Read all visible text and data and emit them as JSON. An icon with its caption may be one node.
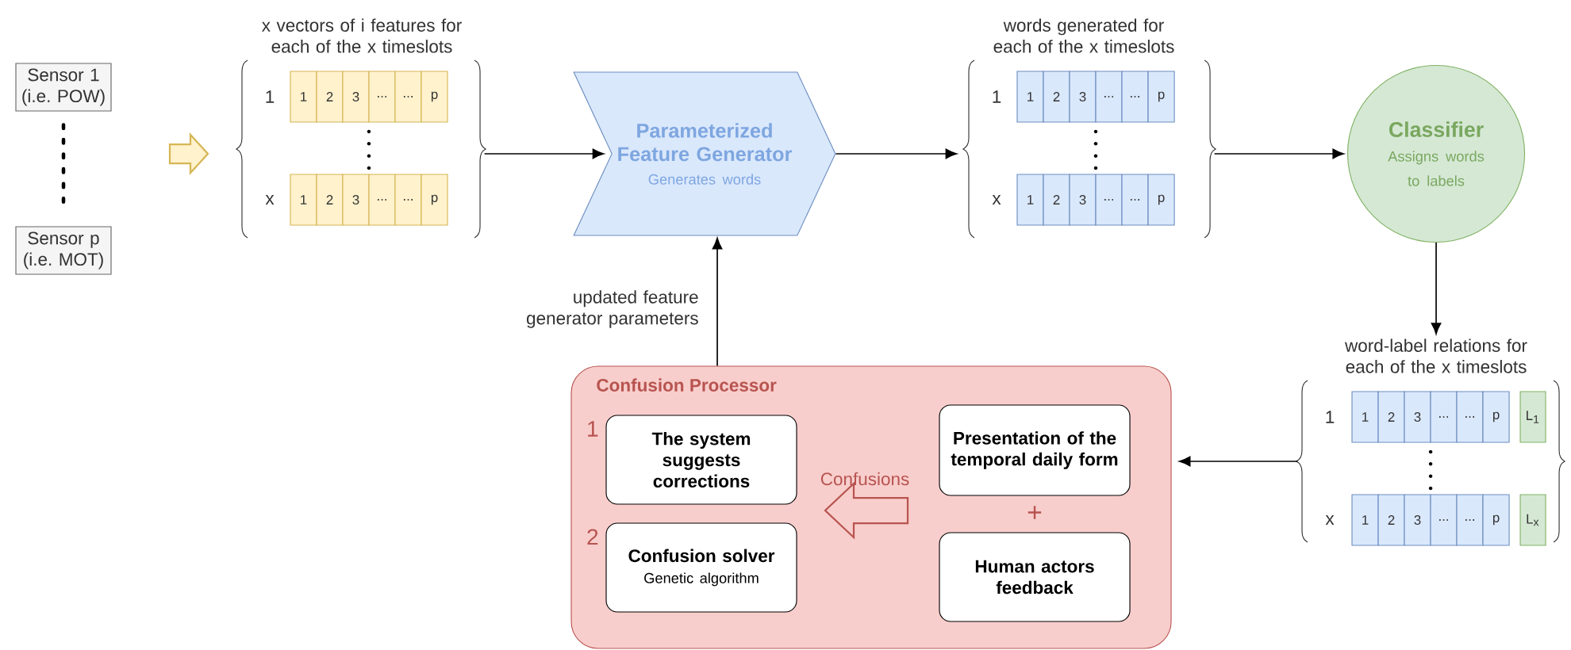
{
  "diagram": {
    "nodes": [
      {
        "text": [
          "Sensor 1 (i.e. POW)"
        ]
      },
      {
        "text": [
          "Sensor p (i.e. MOT)"
        ]
      },
      {
        "text": [
          "x vectors of i features for each of the x timeslots"
        ]
      },
      {
        "text": [
          "1"
        ],
        "in": 2
      },
      {
        "text": [
          "2"
        ],
        "in": 2
      },
      {
        "text": [
          "3"
        ],
        "in": 2
      },
      {
        "text": [
          "..."
        ],
        "in": 2
      },
      {
        "text": [
          "..."
        ],
        "in": 2
      },
      {
        "text": [
          "p"
        ],
        "in": 2
      },
      {
        "text": [
          "1"
        ],
        "in": 2
      },
      {
        "text": [
          "2"
        ],
        "in": 2
      },
      {
        "text": [
          "3"
        ],
        "in": 2
      },
      {
        "text": [
          "..."
        ],
        "in": 2
      },
      {
        "text": [
          "..."
        ],
        "in": 2
      },
      {
        "text": [
          "p"
        ],
        "in": 2
      },
      {
        "text": [
          "Parameterized Feature Generator",
          "Generates words"
        ]
      },
      {
        "text": [
          "words generated for each of the x timeslots"
        ]
      },
      {
        "text": [
          "1"
        ],
        "in": 16
      },
      {
        "text": [
          "2"
        ],
        "in": 16
      },
      {
        "text": [
          "3"
        ],
        "in": 16
      },
      {
        "text": [
          "..."
        ],
        "in": 16
      },
      {
        "text": [
          "..."
        ],
        "in": 16
      },
      {
        "text": [
          "p"
        ],
        "in": 16
      },
      {
        "text": [
          "1"
        ],
        "in": 16
      },
      {
        "text": [
          "2"
        ],
        "in": 16
      },
      {
        "text": [
          "3"
        ],
        "in": 16
      },
      {
        "text": [
          "..."
        ],
        "in": 16
      },
      {
        "text": [
          "..."
        ],
        "in": 16
      },
      {
        "text": [
          "p"
        ],
        "in": 16
      },
      {
        "text": [
          "Classifier",
          "Assigns words to labels"
        ]
      },
      {
        "text": [
          "word-label relations for each of the x timeslots"
        ]
      },
      {
        "text": [
          "1"
        ],
        "in": 30
      },
      {
        "text": [
          "2"
        ],
        "in": 30
      },
      {
        "text": [
          "3"
        ],
        "in": 30
      },
      {
        "text": [
          "..."
        ],
        "in": 30
      },
      {
        "text": [
          "..."
        ],
        "in": 30
      },
      {
        "text": [
          "p"
        ],
        "in": 30
      },
      {
        "text": [
          "L$_{1}$"
        ],
        "in": 30
      },
      {
        "text": [
          "1"
        ],
        "in": 30
      },
      {
        "text": [
          "2"
        ],
        "in": 30
      },
      {
        "text": [
          "3"
        ],
        "in": 30
      },
      {
        "text": [
          "..."
        ],
        "in": 30
      },
      {
        "text": [
          "..."
        ],
        "in": 30
      },
      {
        "text": [
          "p"
        ],
        "in": 30
      },
      {
        "text": [
          "L$_{x}$"
        ],
        "in": 30
      },
      {
        "text": [
          "Confusion Processor"
        ]
      },
      {
        "text": [
          "The system suggests corrections"
        ],
        "in": 45,
        "beside": [
          "1"
        ]
      },
      {
        "text": [
          "Presentation of the temporal daily form"
        ],
        "in": 45
      },
      {
        "text": [
          "Confusion solver",
          "Genetic algorithm"
        ],
        "in": 45,
        "beside": [
          "2"
        ]
      },
      {
        "text": [
          "Human actors feedback"
        ],
        "in": 45
      }
    ],
    "edges": [
      {
        "from": 0,
        "to": 1,
        "arrow": "none",
        "style": "dashed"
      },
      {
        "from": null,
        "to": 2,
        "arrow": "to",
        "style": "thick",
        "color": "#d6b656"
      },
      {
        "from": 2,
        "to": 15,
        "arrow": "to"
      },
      {
        "from": 15,
        "to": 16,
        "arrow": "to"
      },
      {
        "from": 16,
        "to": 29,
        "arrow": "to"
      },
      {
        "from": 29,
        "to": 30,
        "arrow": "to"
      },
      {
        "from": 30,
        "to": 45,
        "arrow": "to"
      },
      {
        "from": 45,
        "to": 15,
        "arrow": "to",
        "label": "updated feature generator parameters"
      },
      {
        "from": 47,
        "to": 46,
        "arrow": "to",
        "label": "Confusions",
        "style": "thick",
        "color": "#b85450"
      }
    ],
    "labels": [
      "1",
      "x",
      "1",
      "x",
      "1",
      "x",
      "+"
    ]
  }
}
